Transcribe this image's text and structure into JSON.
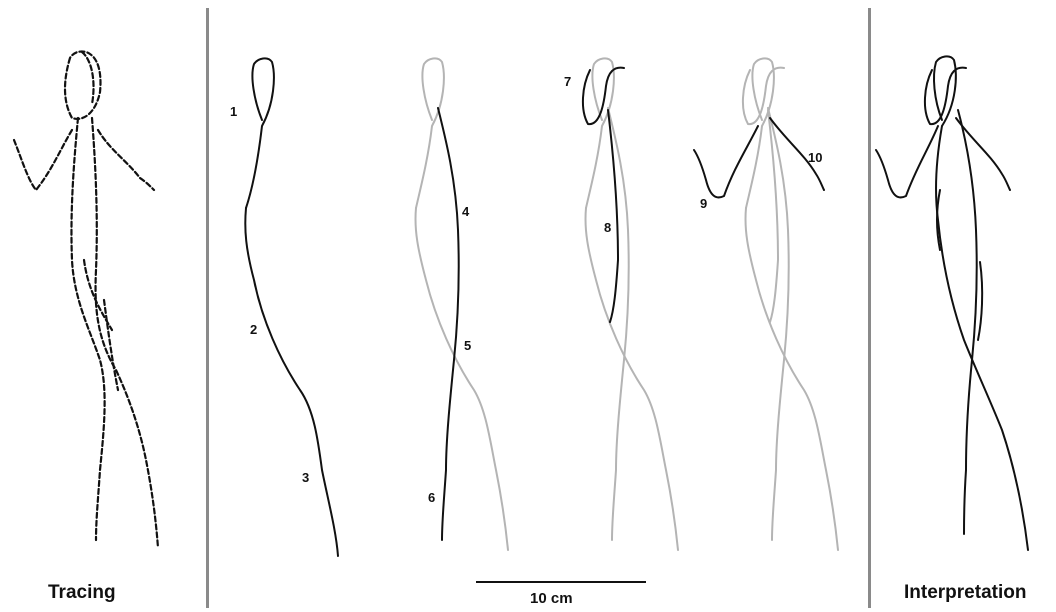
{
  "panels": {
    "tracing_label": "Tracing",
    "interpretation_label": "Interpretation"
  },
  "scale_bar": {
    "label": "10 cm"
  },
  "stroke_numbers": [
    "1",
    "2",
    "3",
    "4",
    "5",
    "6",
    "7",
    "8",
    "9",
    "10"
  ],
  "colors": {
    "stroke_active": "#111111",
    "stroke_previous": "#b4b4b4",
    "divider": "#8a8a8a",
    "background": "#ffffff"
  }
}
